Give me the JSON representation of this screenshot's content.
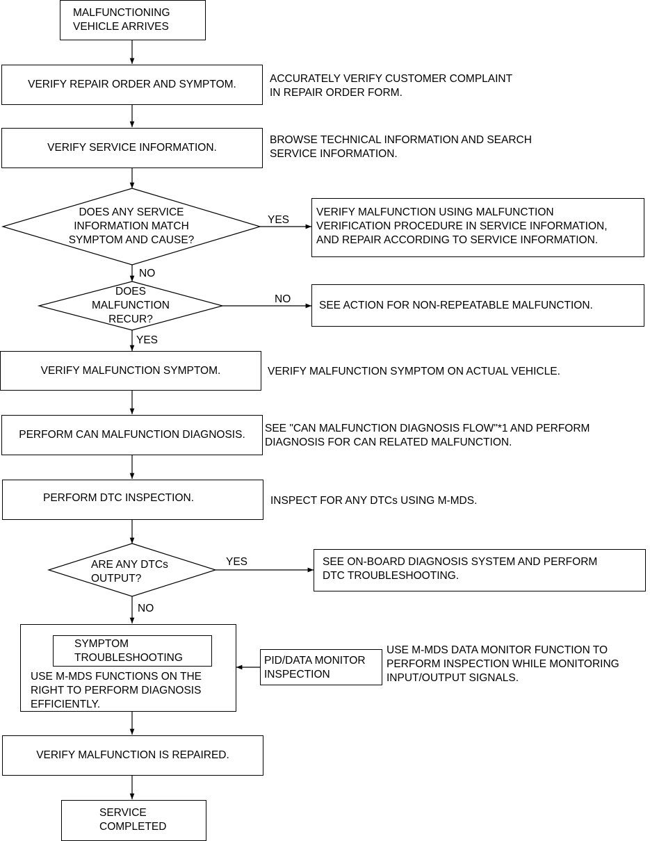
{
  "start": "MALFUNCTIONING\nVEHICLE ARRIVES",
  "steps": {
    "verify_repair": "VERIFY REPAIR ORDER AND SYMPTOM.",
    "verify_service": "VERIFY SERVICE INFORMATION.",
    "verify_symptom": "VERIFY MALFUNCTION SYMPTOM.",
    "can_diag": "PERFORM CAN MALFUNCTION DIAGNOSIS.",
    "dtc_inspection": "PERFORM DTC INSPECTION.",
    "symptom_ts_title": "SYMPTOM\nTROUBLESHOOTING",
    "symptom_ts_text": "USE M-MDS FUNCTIONS ON THE\nRIGHT TO PERFORM DIAGNOSIS\nEFFICIENTLY.",
    "verify_repaired": "VERIFY MALFUNCTION IS REPAIRED.",
    "end": "SERVICE\nCOMPLETED"
  },
  "notes": {
    "verify_repair": "ACCURATELY VERIFY CUSTOMER COMPLAINT\nIN REPAIR ORDER FORM.",
    "verify_service": "BROWSE TECHNICAL INFORMATION AND SEARCH\nSERVICE INFORMATION.",
    "verify_symptom": "VERIFY MALFUNCTION SYMPTOM ON ACTUAL VEHICLE.",
    "can_diag": "SEE \"CAN MALFUNCTION DIAGNOSIS FLOW\"*1 AND PERFORM\nDIAGNOSIS FOR CAN RELATED MALFUNCTION.",
    "dtc_inspection": "INSPECT FOR ANY DTCs USING M-MDS.",
    "pid_monitor": "USE M-MDS DATA MONITOR FUNCTION TO\nPERFORM INSPECTION WHILE MONITORING\nINPUT/OUTPUT SIGNALS."
  },
  "decisions": {
    "service_match": "DOES ANY SERVICE\nINFORMATION MATCH\nSYMPTOM AND CAUSE?",
    "recur": "DOES\nMALFUNCTION\nRECUR?",
    "dtcs_output": "ARE ANY DTCs\nOUTPUT?"
  },
  "branches": {
    "service_match_yes": "VERIFY MALFUNCTION USING MALFUNCTION\nVERIFICATION PROCEDURE IN SERVICE INFORMATION,\nAND REPAIR ACCORDING TO SERVICE INFORMATION.",
    "recur_no": "SEE ACTION FOR NON-REPEATABLE MALFUNCTION.",
    "dtcs_yes": "SEE ON-BOARD DIAGNOSIS SYSTEM AND PERFORM\nDTC TROUBLESHOOTING.",
    "pid_box": "PID/DATA MONITOR\nINSPECTION"
  },
  "labels": {
    "yes": "YES",
    "no": "NO"
  }
}
